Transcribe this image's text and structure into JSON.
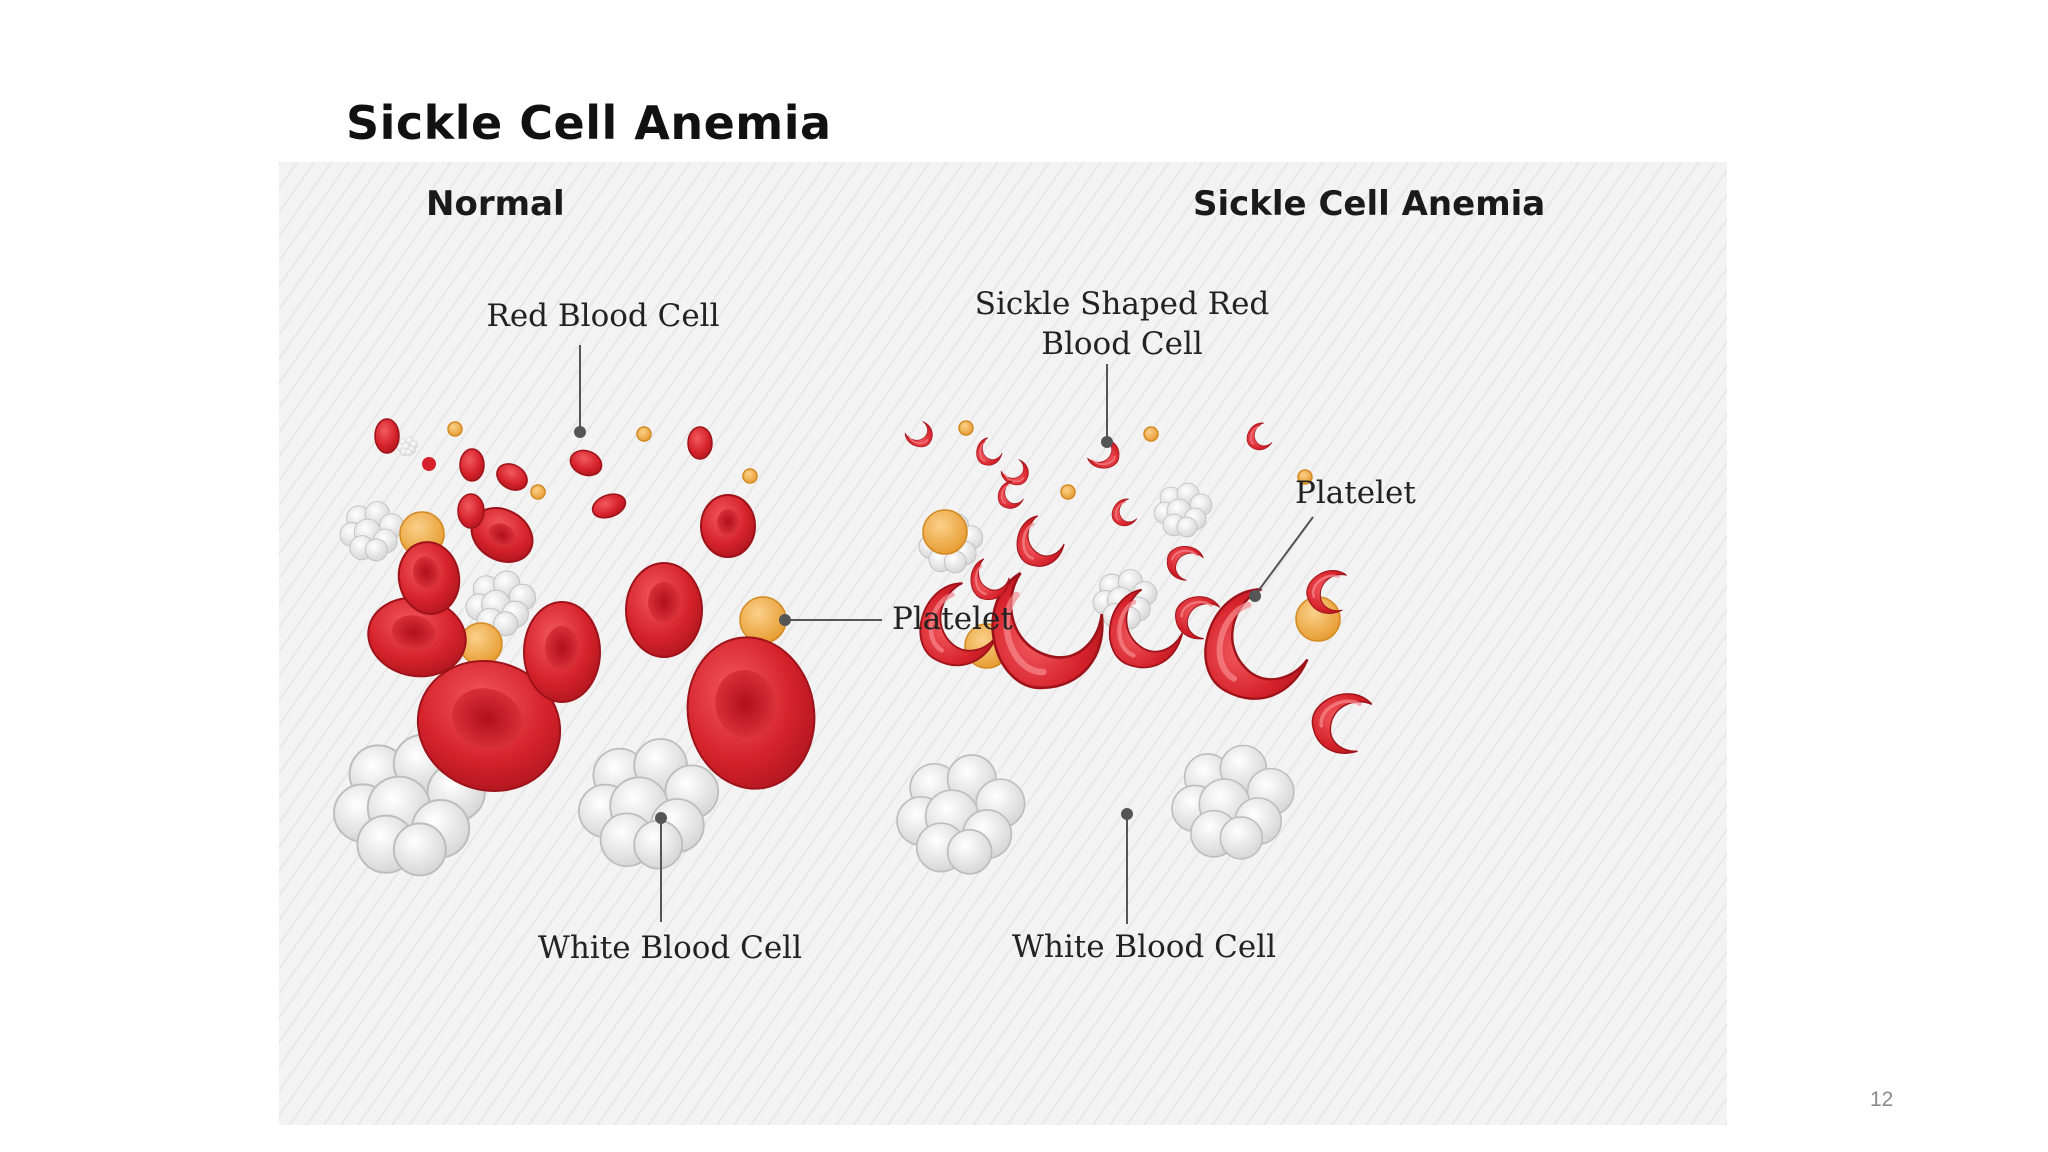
{
  "slide": {
    "title": "Sickle Cell Anemia",
    "page_number": "12"
  },
  "panels": {
    "normal": {
      "heading": "Normal",
      "labels": {
        "red_blood_cell": "Red Blood Cell",
        "platelet": "Platelet",
        "white_blood_cell": "White Blood Cell"
      }
    },
    "sickle": {
      "heading": "Sickle Cell Anemia",
      "labels": {
        "sickle_cell_line1": "Sickle Shaped Red",
        "sickle_cell_line2": "Blood Cell",
        "platelet": "Platelet",
        "white_blood_cell": "White Blood Cell"
      }
    }
  },
  "colors": {
    "red_cell": "#d6222b",
    "red_cell_dark": "#a8141c",
    "platelet": "#f0b14a",
    "white_cell": "#e9e9e9",
    "background": "#f1f1f1"
  }
}
